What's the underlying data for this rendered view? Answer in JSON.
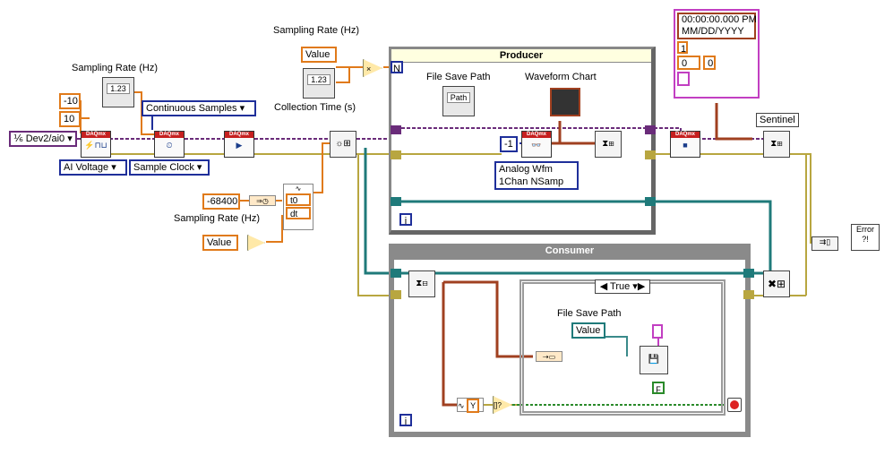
{
  "labels": {
    "sampling_rate_1": "Sampling Rate (Hz)",
    "sampling_rate_2": "Sampling Rate (Hz)",
    "sampling_rate_3": "Sampling Rate (Hz)",
    "collection_time": "Collection Time (s)",
    "file_save_path_top": "File Save Path",
    "waveform_chart": "Waveform Chart",
    "file_save_path_bottom": "File Save Path",
    "sentinel": "Sentinel"
  },
  "constants": {
    "min": "-10",
    "max": "10",
    "channel": "Dev2/ai0",
    "ai_voltage": "AI Voltage",
    "sample_clock": "Sample Clock",
    "continuous_samples": "Continuous Samples",
    "t0_value": "-68400",
    "t0": "t0",
    "dt": "dt",
    "neg_one": "-1",
    "analog_wfm": "Analog Wfm\n1Chan NSamp",
    "timestamp": "00:00:00.000 PM\nMM/DD/YYYY",
    "one": "1",
    "zero_a": "0",
    "zero_b": "0",
    "case_selector": "True",
    "y": "Y",
    "false_const": "F",
    "value": "Value",
    "dbl": "1.23",
    "path": "Path",
    "n": "N",
    "i": "i"
  },
  "loops": {
    "producer": "Producer",
    "consumer": "Consumer"
  },
  "colors": {
    "orange": "#e07a1a",
    "blue": "#1f2f9a",
    "purple": "#6a2c7a",
    "green": "#2a8a2a",
    "error_wire": "#c8a64a",
    "red": "#c62020"
  }
}
